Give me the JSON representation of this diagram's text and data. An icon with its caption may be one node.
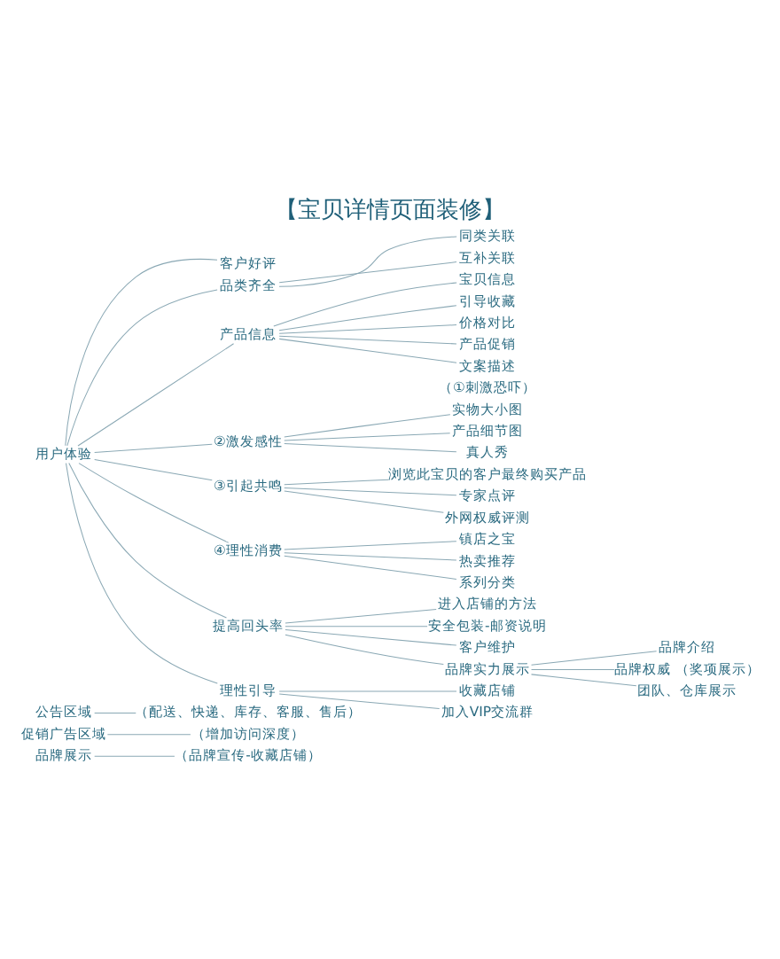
{
  "diagram": {
    "title": "【宝贝详情页面装修】",
    "nodes": [
      {
        "text": [
          "品牌展示"
        ]
      },
      {
        "text": [
          "（品牌宣传-收藏店铺）"
        ]
      },
      {
        "text": [
          "促销广告区域"
        ]
      },
      {
        "text": [
          "（增加访问深度）"
        ]
      },
      {
        "text": [
          "公告区域"
        ]
      },
      {
        "text": [
          "（配送、快递、库存、客服、售后）"
        ]
      },
      {
        "text": [
          "用户体验"
        ]
      },
      {
        "text": [
          "客户好评"
        ]
      },
      {
        "text": [
          "品类齐全"
        ]
      },
      {
        "text": [
          "同类关联"
        ]
      },
      {
        "text": [
          "互补关联"
        ]
      },
      {
        "text": [
          "产品信息"
        ]
      },
      {
        "text": [
          "宝贝信息"
        ]
      },
      {
        "text": [
          "引导收藏"
        ]
      },
      {
        "text": [
          "价格对比"
        ]
      },
      {
        "text": [
          "产品促销"
        ]
      },
      {
        "text": [
          "文案描述"
        ],
        "beside": [
          "（①刺激恐吓）"
        ]
      },
      {
        "text": [
          "②激发感性"
        ]
      },
      {
        "text": [
          "实物大小图"
        ]
      },
      {
        "text": [
          "产品细节图"
        ]
      },
      {
        "text": [
          "真人秀"
        ]
      },
      {
        "text": [
          "③引起共鸣"
        ]
      },
      {
        "text": [
          "浏览此宝贝的客户最终购买产品"
        ]
      },
      {
        "text": [
          "专家点评"
        ]
      },
      {
        "text": [
          "外网权威评测"
        ]
      },
      {
        "text": [
          "④理性消费"
        ]
      },
      {
        "text": [
          "镇店之宝"
        ]
      },
      {
        "text": [
          "热卖推荐"
        ]
      },
      {
        "text": [
          "系列分类"
        ]
      },
      {
        "text": [
          "提高回头率"
        ]
      },
      {
        "text": [
          "进入店铺的方法"
        ]
      },
      {
        "text": [
          "安全包装-邮资说明"
        ]
      },
      {
        "text": [
          "客户维护"
        ]
      },
      {
        "text": [
          "品牌实力展示"
        ]
      },
      {
        "text": [
          "品牌介绍"
        ]
      },
      {
        "text": [
          "品牌权威 （奖项展示）"
        ]
      },
      {
        "text": [
          "团队、仓库展示"
        ]
      },
      {
        "text": [
          "理性引导"
        ]
      },
      {
        "text": [
          "收藏店铺"
        ]
      },
      {
        "text": [
          "加入VIP交流群"
        ]
      }
    ],
    "edges": [
      {
        "from": 0,
        "to": 1,
        "arrow": "none"
      },
      {
        "from": 2,
        "to": 3,
        "arrow": "none"
      },
      {
        "from": 4,
        "to": 5,
        "arrow": "none"
      },
      {
        "from": 6,
        "to": 7,
        "arrow": "none"
      },
      {
        "from": 6,
        "to": 8,
        "arrow": "none"
      },
      {
        "from": 8,
        "to": 9,
        "arrow": "none"
      },
      {
        "from": 8,
        "to": 10,
        "arrow": "none"
      },
      {
        "from": 6,
        "to": 11,
        "arrow": "none"
      },
      {
        "from": 11,
        "to": 12,
        "arrow": "none"
      },
      {
        "from": 11,
        "to": 13,
        "arrow": "none"
      },
      {
        "from": 11,
        "to": 14,
        "arrow": "none"
      },
      {
        "from": 11,
        "to": 15,
        "arrow": "none"
      },
      {
        "from": 11,
        "to": 16,
        "arrow": "none"
      },
      {
        "from": 6,
        "to": 17,
        "arrow": "none"
      },
      {
        "from": 17,
        "to": 18,
        "arrow": "none"
      },
      {
        "from": 17,
        "to": 19,
        "arrow": "none"
      },
      {
        "from": 17,
        "to": 20,
        "arrow": "none"
      },
      {
        "from": 6,
        "to": 21,
        "arrow": "none"
      },
      {
        "from": 21,
        "to": 22,
        "arrow": "none"
      },
      {
        "from": 21,
        "to": 23,
        "arrow": "none"
      },
      {
        "from": 21,
        "to": 24,
        "arrow": "none"
      },
      {
        "from": 6,
        "to": 25,
        "arrow": "none"
      },
      {
        "from": 25,
        "to": 26,
        "arrow": "none"
      },
      {
        "from": 25,
        "to": 27,
        "arrow": "none"
      },
      {
        "from": 25,
        "to": 28,
        "arrow": "none"
      },
      {
        "from": 6,
        "to": 29,
        "arrow": "none"
      },
      {
        "from": 29,
        "to": 30,
        "arrow": "none"
      },
      {
        "from": 29,
        "to": 31,
        "arrow": "none"
      },
      {
        "from": 29,
        "to": 32,
        "arrow": "none"
      },
      {
        "from": 29,
        "to": 33,
        "arrow": "none"
      },
      {
        "from": 33,
        "to": 34,
        "arrow": "none"
      },
      {
        "from": 33,
        "to": 35,
        "arrow": "none"
      },
      {
        "from": 33,
        "to": 36,
        "arrow": "none"
      },
      {
        "from": 6,
        "to": 37,
        "arrow": "none"
      },
      {
        "from": 37,
        "to": 38,
        "arrow": "none"
      },
      {
        "from": 37,
        "to": 39,
        "arrow": "none"
      }
    ]
  }
}
